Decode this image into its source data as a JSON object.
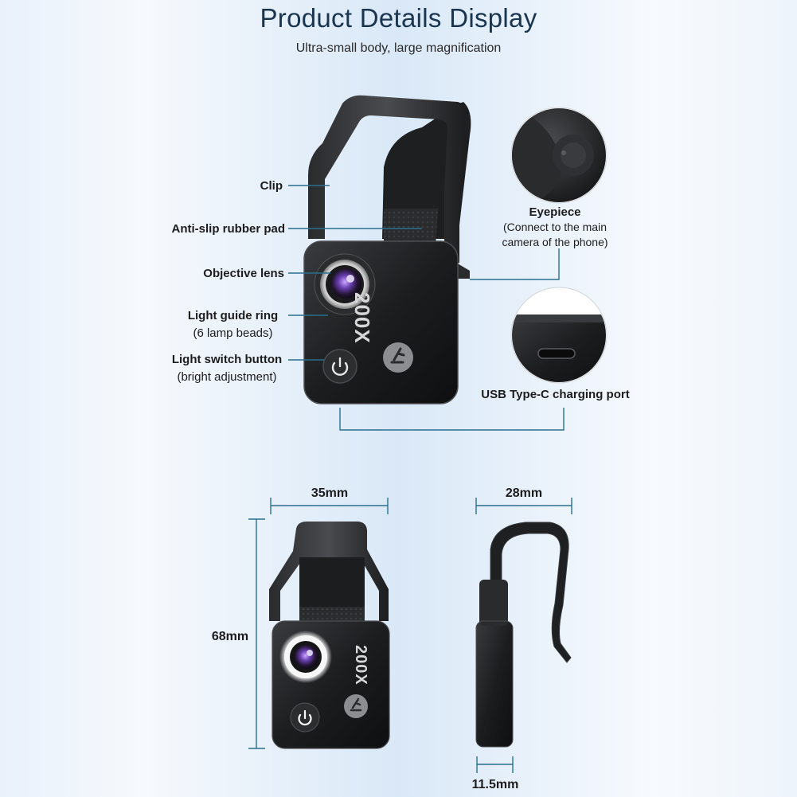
{
  "header": {
    "title": "Product Details Display",
    "subtitle": "Ultra-small body, large magnification"
  },
  "callouts": {
    "clip": "Clip",
    "rubber_pad": "Anti-slip rubber pad",
    "objective_lens": "Objective lens",
    "light_ring_title": "Light guide ring",
    "light_ring_sub": "(6 lamp beads)",
    "switch_title": "Light switch button",
    "switch_sub": "(bright adjustment)",
    "eyepiece_title": "Eyepiece",
    "eyepiece_sub1": "(Connect to the main",
    "eyepiece_sub2": "camera of the phone)",
    "usb_port": "USB Type-C charging port"
  },
  "product": {
    "magnification": "200X"
  },
  "dimensions": {
    "width": "35mm",
    "height": "68mm",
    "depth": "28mm",
    "thickness": "11.5mm"
  },
  "colors": {
    "accent_line": "#2a6f8f",
    "body": "#1f2022",
    "title": "#1a3550"
  }
}
